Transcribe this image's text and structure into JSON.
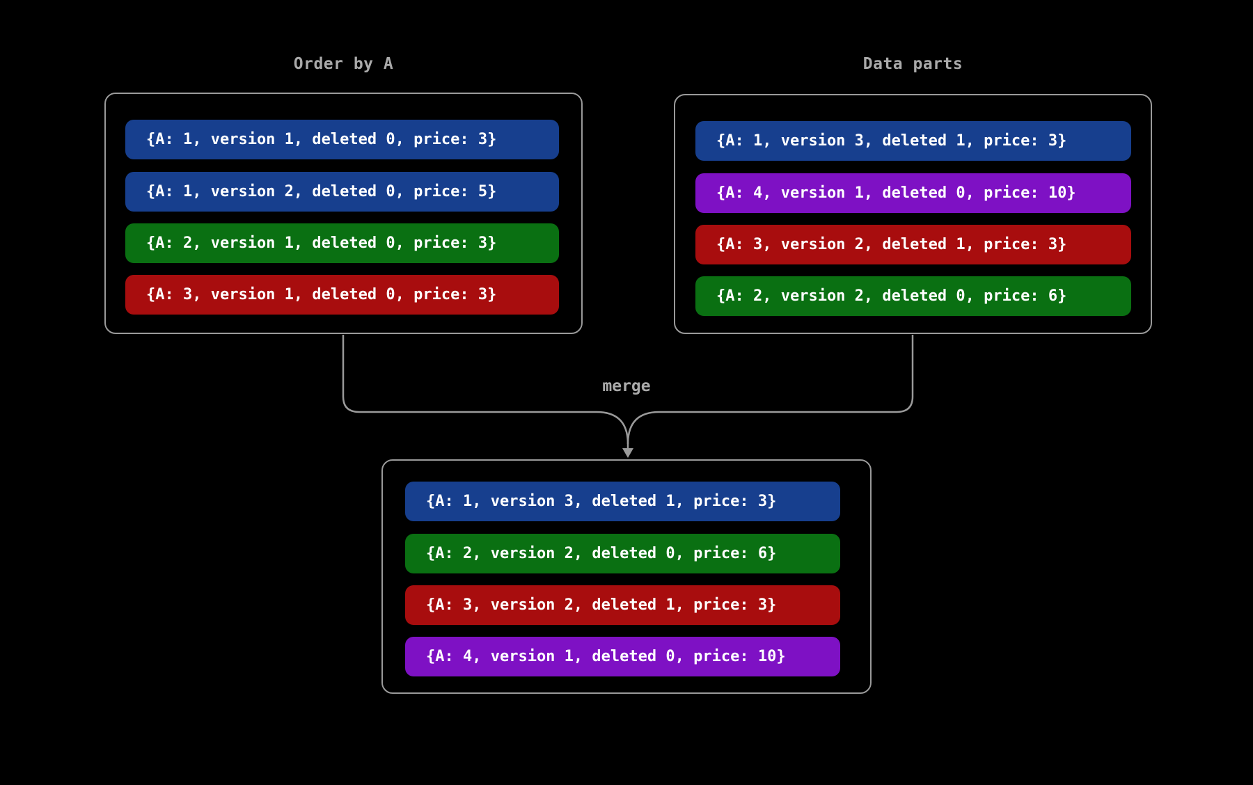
{
  "colors": {
    "blue": "#173f8e",
    "green": "#0a7012",
    "red": "#a80d0e",
    "purple": "#7e11c4",
    "panel_border": "#9a9a9a",
    "connector": "#9a9a9a",
    "label_text": "#aaaaaa",
    "row_text": "#ffffff",
    "background": "#000000"
  },
  "merge_label": "merge",
  "panels": {
    "left": {
      "title": "Order by A",
      "rows": [
        {
          "color": "blue",
          "text": "{A: 1, version 1, deleted 0, price: 3}"
        },
        {
          "color": "blue",
          "text": "{A: 1, version 2, deleted 0, price: 5}"
        },
        {
          "color": "green",
          "text": "{A: 2, version 1, deleted 0, price: 3}"
        },
        {
          "color": "red",
          "text": "{A: 3, version 1, deleted 0, price: 3}"
        }
      ]
    },
    "right": {
      "title": "Data parts",
      "rows": [
        {
          "color": "blue",
          "text": "{A: 1, version 3, deleted 1, price: 3}"
        },
        {
          "color": "purple",
          "text": "{A: 4, version 1, deleted 0, price: 10}"
        },
        {
          "color": "red",
          "text": "{A: 3, version 2, deleted 1, price: 3}"
        },
        {
          "color": "green",
          "text": "{A: 2, version 2, deleted 0, price: 6}"
        }
      ]
    },
    "result": {
      "rows": [
        {
          "color": "blue",
          "text": "{A: 1, version 3, deleted 1, price: 3}"
        },
        {
          "color": "green",
          "text": "{A: 2, version 2, deleted 0, price: 6}"
        },
        {
          "color": "red",
          "text": "{A: 3, version 2, deleted 1, price: 3}"
        },
        {
          "color": "purple",
          "text": "{A: 4, version 1, deleted 0, price: 10}"
        }
      ]
    }
  }
}
